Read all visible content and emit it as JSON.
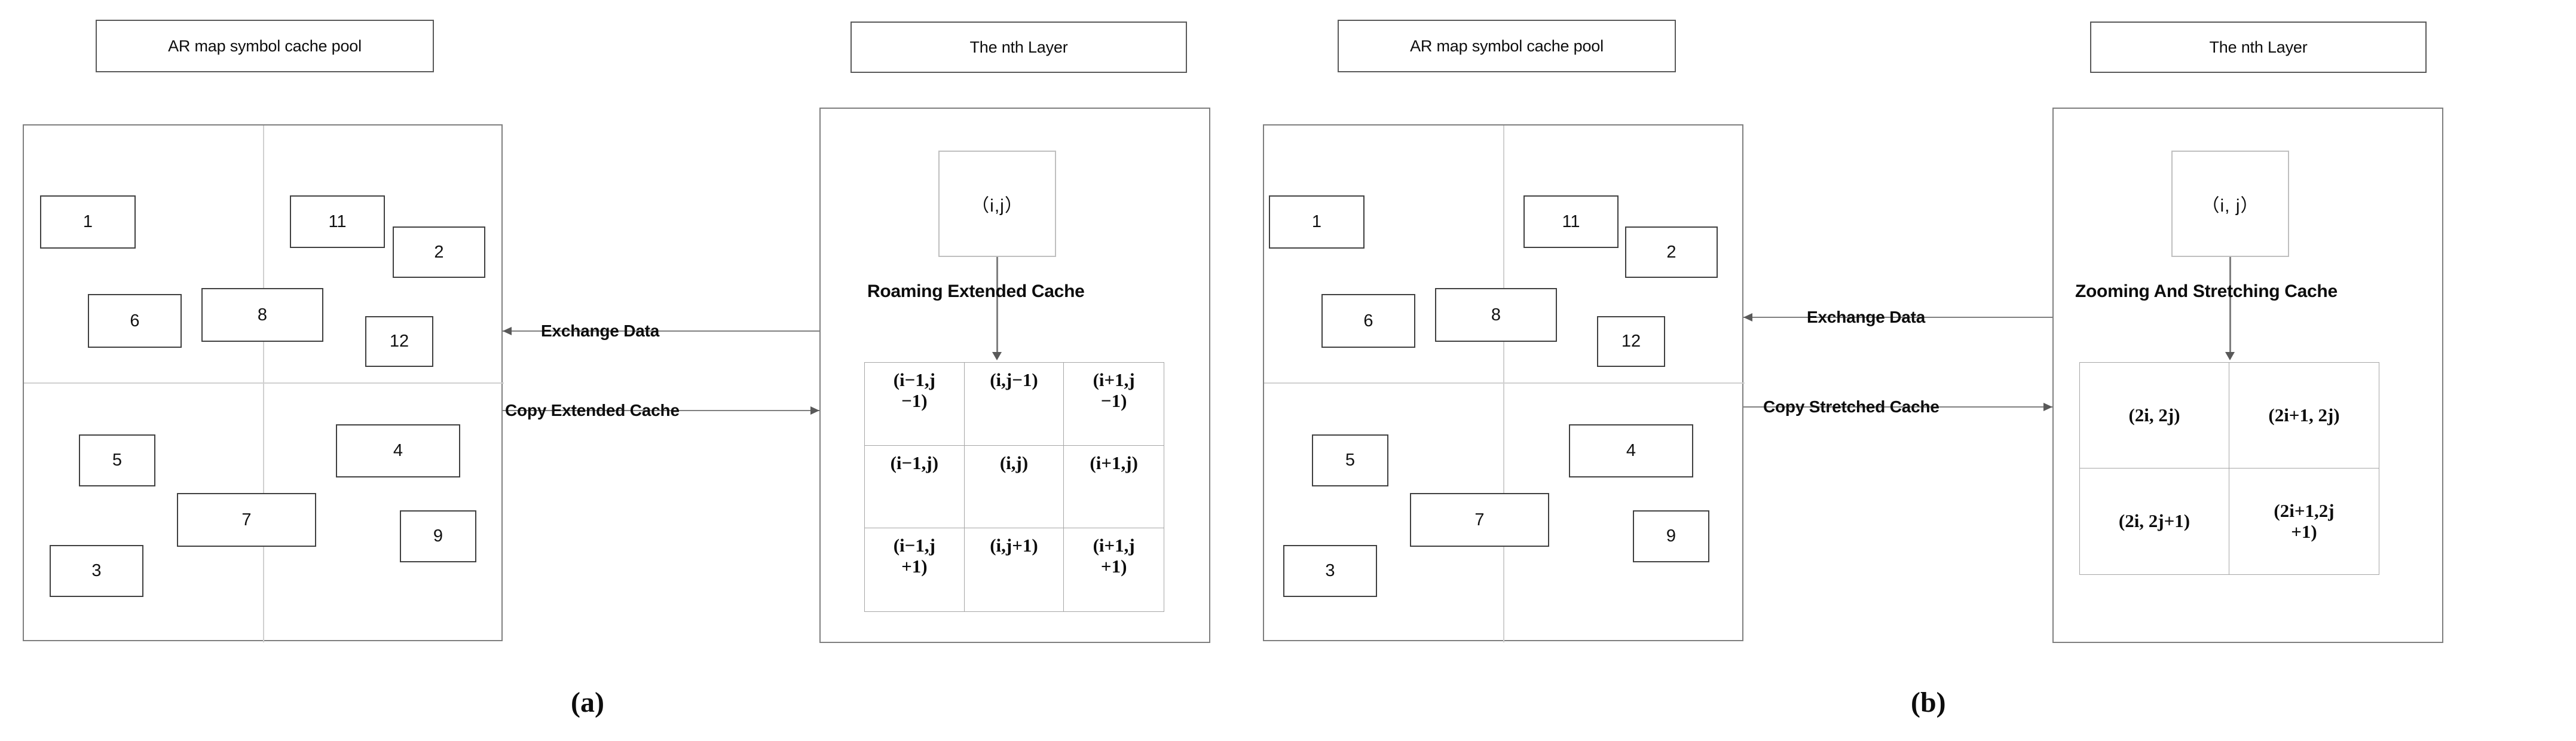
{
  "figure": {
    "panels": [
      {
        "letter": "(a)",
        "pool": {
          "caption": "AR map symbol cache pool",
          "symbols": [
            {
              "label": "1"
            },
            {
              "label": "11"
            },
            {
              "label": "2"
            },
            {
              "label": "6"
            },
            {
              "label": "8"
            },
            {
              "label": "12"
            },
            {
              "label": "5"
            },
            {
              "label": "4"
            },
            {
              "label": "7"
            },
            {
              "label": "3"
            },
            {
              "label": "9"
            }
          ]
        },
        "layer": {
          "caption": "The nth Layer",
          "source_tile": "（i,j）",
          "cache_label": "Roaming Extended Cache",
          "grid": {
            "type": "3x3",
            "cells": [
              "(i−1,j\n−1)",
              "(i,j−1)",
              "(i+1,j\n−1)",
              "(i−1,j)",
              "(i,j)",
              "(i+1,j)",
              "(i−1,j\n+1)",
              "(i,j+1)",
              "(i+1,j\n+1)"
            ]
          }
        },
        "connectors": [
          {
            "label": "Exchange Data",
            "direction": "left"
          },
          {
            "label": "Copy Extended Cache",
            "direction": "right"
          }
        ]
      },
      {
        "letter": "(b)",
        "pool": {
          "caption": "AR map symbol cache pool",
          "symbols": [
            {
              "label": "1"
            },
            {
              "label": "11"
            },
            {
              "label": "2"
            },
            {
              "label": "6"
            },
            {
              "label": "8"
            },
            {
              "label": "12"
            },
            {
              "label": "5"
            },
            {
              "label": "4"
            },
            {
              "label": "7"
            },
            {
              "label": "3"
            },
            {
              "label": "9"
            }
          ]
        },
        "layer": {
          "caption": "The nth Layer",
          "source_tile": "（i, j）",
          "cache_label": "Zooming And Stretching Cache",
          "grid": {
            "type": "2x2",
            "cells": [
              "(2i, 2j)",
              "(2i+1, 2j)",
              "(2i, 2j+1)",
              "(2i+1,2j\n+1)"
            ]
          }
        },
        "connectors": [
          {
            "label": "Exchange Data",
            "direction": "left"
          },
          {
            "label": "Copy Stretched Cache",
            "direction": "right"
          }
        ]
      }
    ]
  },
  "colors": {
    "panel_border": "#7f7f7f",
    "caption_border": "#595959",
    "symbol_border": "#404040",
    "grid_border": "#a6a6a6",
    "connector": "#7f7f7f",
    "text": "#0d0d0d",
    "background": "#ffffff"
  }
}
